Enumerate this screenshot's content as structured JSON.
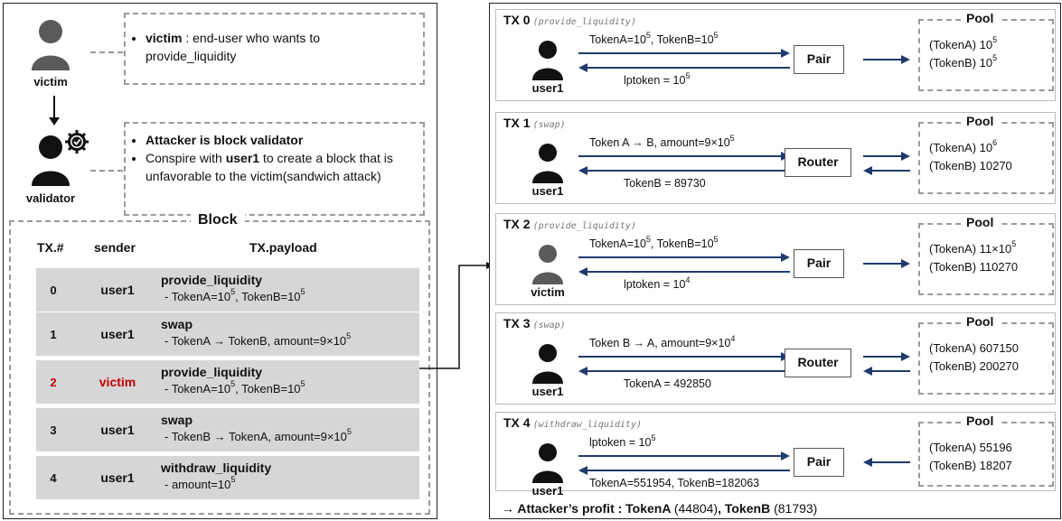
{
  "actors": {
    "victim_label": "victim",
    "validator_label": "validator",
    "user1_label": "user1"
  },
  "notes": {
    "victim_bold": "victim",
    "victim_rest": " : end-user who wants to provide_liquidity",
    "validator_line1": "Attacker is block validator",
    "validator_line2_pre": "Conspire with ",
    "validator_line2_bold": "user1",
    "validator_line2_post": " to create a block that is unfavorable to the victim(sandwich attack)"
  },
  "block": {
    "title": "Block",
    "headers": {
      "num": "TX.#",
      "sender": "sender",
      "payload": "TX.payload"
    },
    "rows": [
      {
        "num": "0",
        "sender": "user1",
        "method": "provide_liquidity",
        "detail_pre": " - TokenA=10",
        "sup1": "5",
        "detail_mid": ", TokenB=10",
        "sup2": "5",
        "detail_post": ""
      },
      {
        "num": "1",
        "sender": "user1",
        "method": "swap",
        "detail_pre": " - TokenA → TokenB, amount=9×10",
        "sup1": "5",
        "detail_mid": "",
        "sup2": "",
        "detail_post": ""
      },
      {
        "num": "2",
        "sender": "victim",
        "method": "provide_liquidity",
        "detail_pre": " - TokenA=10",
        "sup1": "5",
        "detail_mid": ", TokenB=10",
        "sup2": "5",
        "detail_post": "",
        "highlight_color": "#c00000"
      },
      {
        "num": "3",
        "sender": "user1",
        "method": "swap",
        "detail_pre": " - TokenB → TokenA, amount=9×10",
        "sup1": "5",
        "detail_mid": "",
        "sup2": "",
        "detail_post": ""
      },
      {
        "num": "4",
        "sender": "user1",
        "method": "withdraw_liquidity",
        "detail_pre": " - amount=10",
        "sup1": "5",
        "detail_mid": "",
        "sup2": "",
        "detail_post": ""
      }
    ]
  },
  "transactions": [
    {
      "title": "TX 0",
      "sub": "(provide_liquidity)",
      "actor": "user1",
      "top_pre": "TokenA=10",
      "top_sup1": "5",
      "top_mid": ", TokenB=10",
      "top_sup2": "5",
      "bottom_pre": "lptoken = 10",
      "bottom_sup": "5",
      "target": "Pair",
      "pool_title": "Pool",
      "pool_a_pre": "(TokenA) 10",
      "pool_a_sup": "5",
      "pool_b_pre": "(TokenB) 10",
      "pool_b_sup": "5"
    },
    {
      "title": "TX 1",
      "sub": "(swap)",
      "actor": "user1",
      "top_pre": "Token A → B, amount=9×10",
      "top_sup1": "5",
      "top_mid": "",
      "top_sup2": "",
      "bottom_pre": "TokenB = 89730",
      "bottom_sup": "",
      "target": "Router",
      "pool_title": "Pool",
      "pool_a_pre": "(TokenA) 10",
      "pool_a_sup": "6",
      "pool_b_pre": "(TokenB) 10270",
      "pool_b_sup": ""
    },
    {
      "title": "TX 2",
      "sub": "(provide_liquidity)",
      "actor": "victim",
      "top_pre": "TokenA=10",
      "top_sup1": "5",
      "top_mid": ", TokenB=10",
      "top_sup2": "5",
      "bottom_pre": "lptoken = 10",
      "bottom_sup": "4",
      "target": "Pair",
      "pool_title": "Pool",
      "pool_a_pre": "(TokenA) 11×10",
      "pool_a_sup": "5",
      "pool_b_pre": "(TokenB) 110270",
      "pool_b_sup": ""
    },
    {
      "title": "TX 3",
      "sub": "(swap)",
      "actor": "user1",
      "top_pre": "Token B → A, amount=9×10",
      "top_sup1": "4",
      "top_mid": "",
      "top_sup2": "",
      "bottom_pre": "TokenA = 492850",
      "bottom_sup": "",
      "target": "Router",
      "pool_title": "Pool",
      "pool_a_pre": "(TokenA) 607150",
      "pool_a_sup": "",
      "pool_b_pre": "(TokenB) 200270",
      "pool_b_sup": ""
    },
    {
      "title": "TX 4",
      "sub": "(withdraw_liquidity)",
      "actor": "user1",
      "top_pre": "lptoken = 10",
      "top_sup1": "5",
      "top_mid": "",
      "top_sup2": "",
      "bottom_pre": "TokenA=551954, TokenB=182063",
      "bottom_sup": "",
      "target": "Pair",
      "pool_title": "Pool",
      "pool_a_pre": "(TokenA) 55196",
      "pool_a_sup": "",
      "pool_b_pre": "(TokenB) 18207",
      "pool_b_sup": ""
    }
  ],
  "profit": {
    "prefix": "→ Attacker’s profit : TokenA ",
    "a": "(44804)",
    "mid": ", TokenB ",
    "b": "(81793)"
  },
  "colors": {
    "arrow": "#1f3a6e",
    "person_dark": "#111111",
    "person_gray": "#5a5a5a",
    "row_bg": "#d6d6d6",
    "victim_red": "#c00000"
  },
  "icons": [
    "person-icon",
    "gear-check-icon"
  ]
}
